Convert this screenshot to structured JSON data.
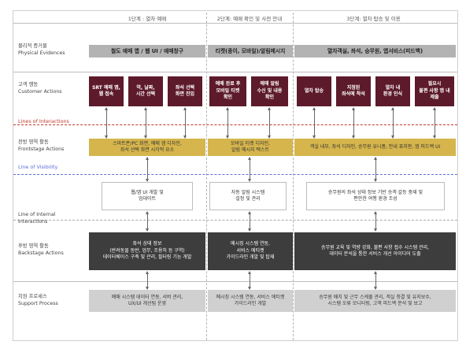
{
  "phases": [
    "1단계 : 열차 예매",
    "2단계: 예매 확인 및 사전 안내",
    "3단계: 열차 탑승 및 이용"
  ],
  "rows": {
    "physical": {
      "ko": "물리적 증거물",
      "en": "Physical Evidences"
    },
    "customer": {
      "ko": "고객 행동",
      "en": "Customer Actions"
    },
    "frontstage": {
      "ko": "전방 영역 활동",
      "en": "Frontstage Actions"
    },
    "internal": {
      "ko": "Line of Internal",
      "en": "Interactions"
    },
    "backstage": {
      "ko": "후방 영역 활동",
      "en": "Backstage Actions"
    },
    "support": {
      "ko": "지원 프로세스",
      "en": "Support Process"
    }
  },
  "lines": {
    "interactions": "Lines of Interactions",
    "visibility": "Line of Visibility"
  },
  "physical": [
    "철도 예매 앱 / 웹 UI / 예매창구",
    "티켓(종이, 모바일)/알림메시지",
    "열차객실, 좌석, 승무원, 앱서비스(피드백)"
  ],
  "customer": [
    "SRT 예매 앱,\n웹 접속",
    "역, 날짜,\n시간 선택",
    "좌석 선택\n화면 진입",
    "예매 완료 후\n모바일 티켓\n확인",
    "예매 알림\n수신 및 내용\n확인",
    "열차 탑승",
    "지정된\n좌석에 착석",
    "열차 내\n환경 인식",
    "필요시\n불편 사항 앱 내\n제출"
  ],
  "frontstage": [
    "스마트폰/PC 화면, 예매 앱 디자인,\n좌석 선택 화면 시각적 요소",
    "모바일 티켓 디자인,\n알림 메시지 텍스트",
    "객실 내부, 좌석 디자인, 승무원 유니폼, 안내 표지판, 앱 피드백 UI"
  ],
  "internal": [
    "웹/앱 UI 개발 및\n업데이트",
    "자동 알림 시스템\n설정 및 관리",
    "승무원의 좌석 상태 정보 기반 승객 갈등 중재 및\n편안한 여행 환경 조성"
  ],
  "backstage": [
    "좌석 상태 정보\n(반려동물 동반, 업무, 조용히 등 구역)\n데이터베이스 구축 및 관리, 필터링 기능 개발",
    "메시징 시스템 연동,\n서비스 에티켓\n가이드라인 개발 및 탑재",
    "승무원 교육 및 역량 강화, 불편 사항 접수 시스템 관리,\n데이터 분석을 통한 서비스 개선 아이디어 도출"
  ],
  "support": [
    "예매 시스템 데이터 연동, 서버 관리,\nUX/UI 개선팀 운영",
    "메시징 시스템 연동, 서비스 에티켓\n가이드라인 개발",
    "승무원 배치 및 근무 스케줄 관리, 객실 청결 및 유지보수,\n시스템 오류 모니터링, 고객 피드백 분석 및 보고"
  ],
  "colors": {
    "maroon": "#5d1a2b",
    "gold": "#d5b54c",
    "dark": "#3d3d3d",
    "gray": "#b3b3b3",
    "red_line": "#c0392b",
    "blue_line": "#5b6fd6"
  }
}
